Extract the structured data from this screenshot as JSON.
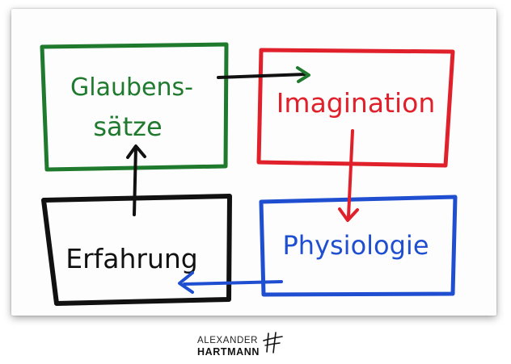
{
  "diagram": {
    "boxes": [
      {
        "id": "glaubenssaetze",
        "lines": [
          "Glaubens-",
          "sätze"
        ],
        "color": "#1f7a2e"
      },
      {
        "id": "imagination",
        "lines": [
          "Imagination"
        ],
        "color": "#e0202a"
      },
      {
        "id": "erfahrung",
        "lines": [
          "Erfahrung"
        ],
        "color": "#111111"
      },
      {
        "id": "physiologie",
        "lines": [
          "Physiologie"
        ],
        "color": "#1f4fd0"
      }
    ],
    "arrows": [
      {
        "from": "glaubenssaetze",
        "to": "imagination",
        "color": "#111111"
      },
      {
        "from": "imagination",
        "to": "physiologie",
        "color": "#e0202a"
      },
      {
        "from": "physiologie",
        "to": "erfahrung",
        "color": "#1f4fd0"
      },
      {
        "from": "erfahrung",
        "to": "glaubenssaetze",
        "color": "#111111"
      }
    ]
  },
  "branding": {
    "line1": "ALEXANDER",
    "line2": "HARTMANN",
    "logo_name": "alexander-hartmann-signature"
  }
}
